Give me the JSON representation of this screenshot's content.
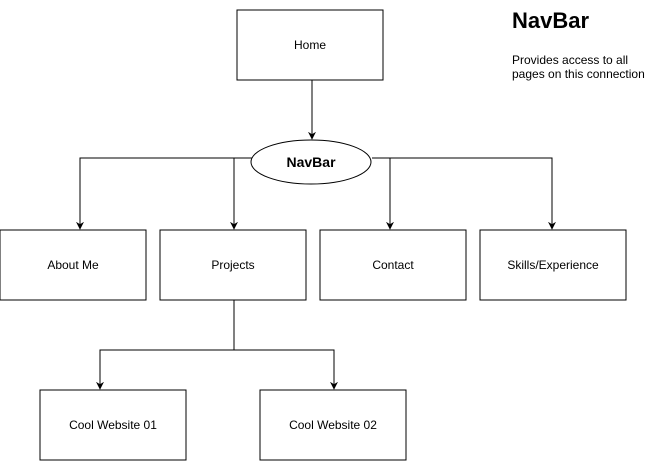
{
  "legend": {
    "title": "NavBar",
    "description": "Provides access to all pages on this connection"
  },
  "nodes": {
    "home": "Home",
    "navbar": "NavBar",
    "about": "About Me",
    "projects": "Projects",
    "contact": "Contact",
    "skills": "Skills/Experience",
    "cool1": "Cool Website 01",
    "cool2": "Cool Website 02"
  },
  "colors": {
    "stroke": "#000000",
    "fill": "#ffffff"
  }
}
